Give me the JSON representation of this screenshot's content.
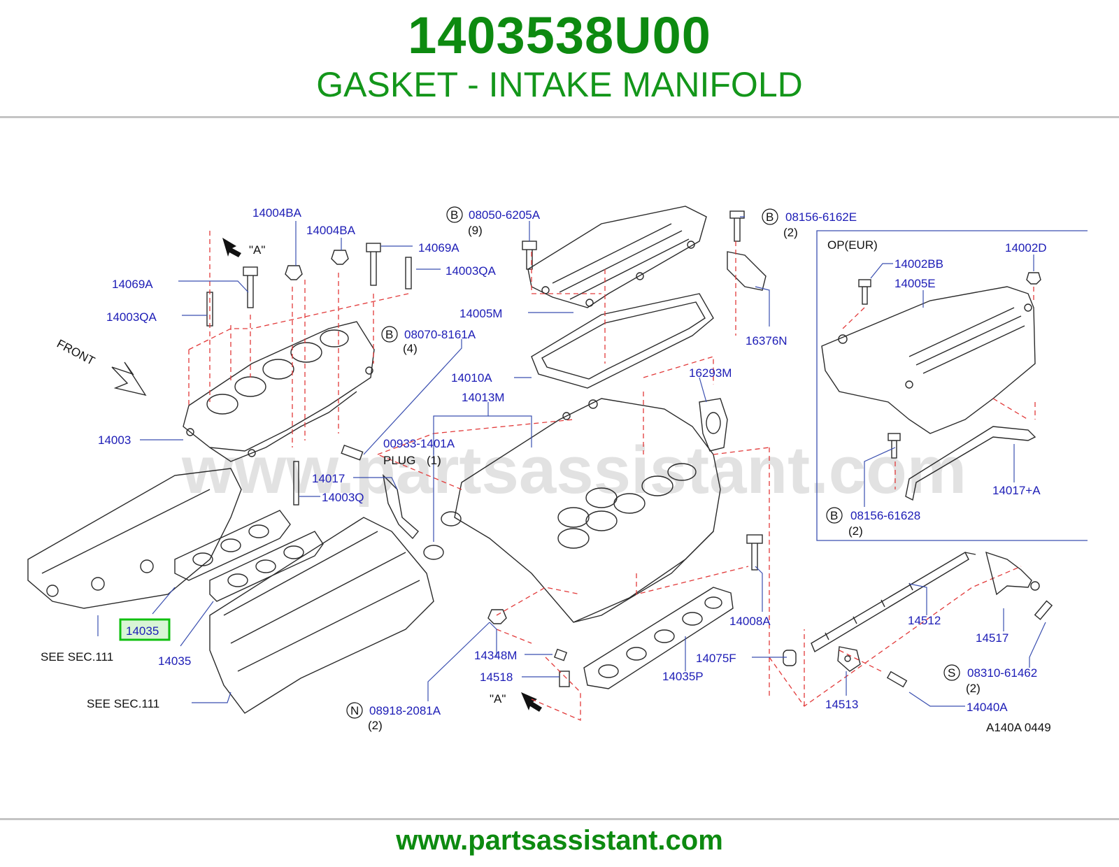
{
  "header": {
    "part_number": "1403538U00",
    "part_name": "GASKET - INTAKE MANIFOLD"
  },
  "watermark": "www.partsassistant.com",
  "footer": {
    "url": "www.partsassistant.com"
  },
  "diagram": {
    "code": "A140A  0449",
    "highlighted_part": "14035",
    "labels": {
      "l14004ba_a": "14004BA",
      "l14004ba_b": "14004BA",
      "l14069a_a": "14069A",
      "l14069a_b": "14069A",
      "l14003qa_a": "14003QA",
      "l14003qa_b": "14003QA",
      "l08050": "08050-6205A",
      "l08050_qty": "(9)",
      "l08156e": "08156-6162E",
      "l08156e_qty": "(2)",
      "l14005m": "14005M",
      "l08070": "08070-8161A",
      "l08070_qty": "(4)",
      "l16376n": "16376N",
      "l14010a": "14010A",
      "l16293m": "16293M",
      "l14013m": "14013M",
      "l14003": "14003",
      "l00933": "00933-1401A",
      "plug": "PLUG",
      "plug_qty": "(1)",
      "l14017": "14017",
      "l14003q": "14003Q",
      "l14035_hl": "14035",
      "l14035": "14035",
      "see1": "SEE   SEC.111",
      "see2": "SEE   SEC.111",
      "l14348m": "14348M",
      "l14518": "14518",
      "l08918": "08918-2081A",
      "l08918_qty": "(2)",
      "l14008a": "14008A",
      "l14075f": "14075F",
      "l14035p": "14035P",
      "l14512": "14512",
      "l14517": "14517",
      "l14513": "14513",
      "l14040a": "14040A",
      "l08310": "08310-61462",
      "l08310_qty": "(2)",
      "op_eur": "OP(EUR)",
      "l14002bb": "14002BB",
      "l14002d": "14002D",
      "l14005e": "14005E",
      "l14017pa": "14017+A",
      "l08156_628": "08156-61628",
      "l08156_628_qty": "(2)",
      "front": "FRONT",
      "view_a_top": "\"A\"",
      "view_a_bottom": "\"A\"",
      "code_b1": "B",
      "code_b2": "B",
      "code_b3": "B",
      "code_b4": "B",
      "code_n": "N",
      "code_s": "S"
    }
  },
  "colors": {
    "title_green": "#0d8a10",
    "label_blue": "#1c1cb6",
    "highlight_border": "#10c010",
    "highlight_fill": "#d9f5d6",
    "dash_red": "#e23a3a"
  }
}
